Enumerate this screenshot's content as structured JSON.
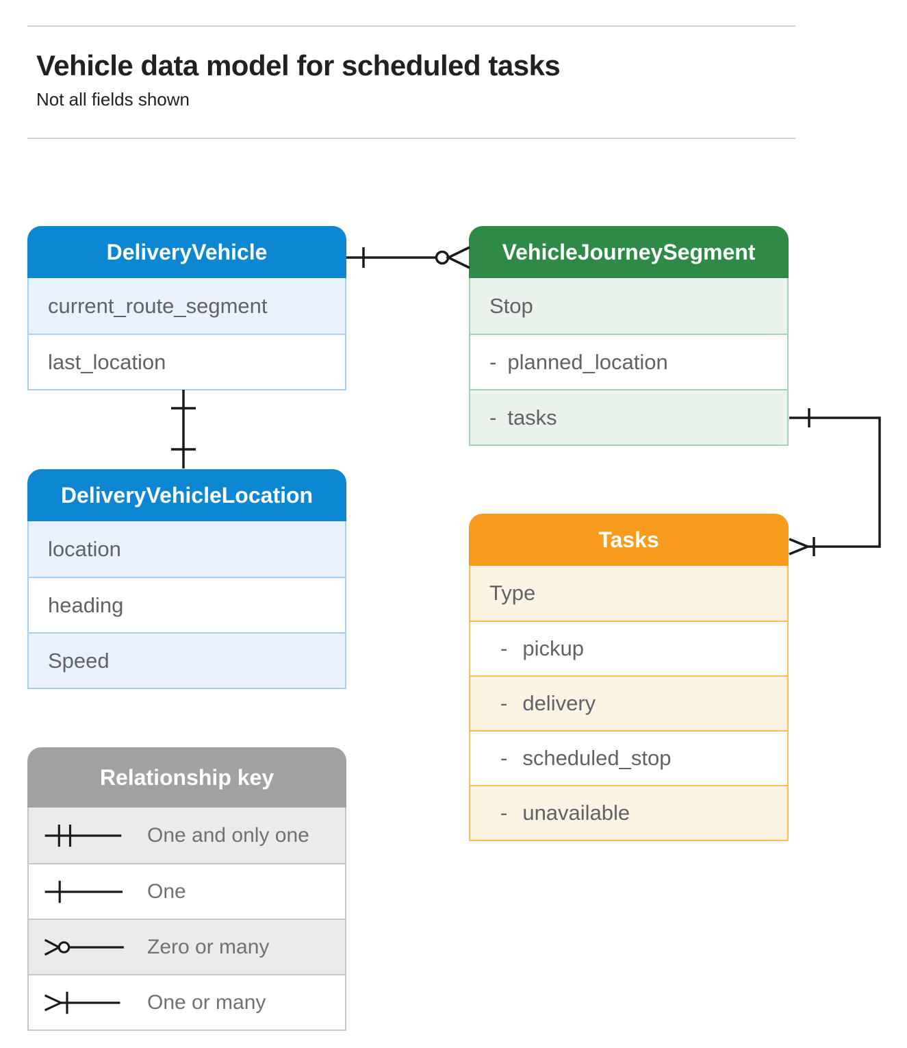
{
  "header": {
    "title": "Vehicle data model for scheduled tasks",
    "subtitle": "Not all fields shown"
  },
  "entities": {
    "delivery_vehicle": {
      "title": "DeliveryVehicle",
      "fields": [
        {
          "label": "current_route_segment"
        },
        {
          "label": "last_location"
        }
      ]
    },
    "vehicle_journey_segment": {
      "title": "VehicleJourneySegment",
      "fields": [
        {
          "label": "Stop"
        },
        {
          "bullet": "-",
          "label": "planned_location"
        },
        {
          "bullet": "-",
          "label": "tasks"
        }
      ]
    },
    "delivery_vehicle_location": {
      "title": "DeliveryVehicleLocation",
      "fields": [
        {
          "label": "location"
        },
        {
          "label": "heading"
        },
        {
          "label": "Speed"
        }
      ]
    },
    "tasks": {
      "title": "Tasks",
      "fields": [
        {
          "label": "Type"
        },
        {
          "bullet": "-",
          "label": "pickup"
        },
        {
          "bullet": "-",
          "label": "delivery"
        },
        {
          "bullet": "-",
          "label": "scheduled_stop"
        },
        {
          "bullet": "-",
          "label": "unavailable"
        }
      ]
    }
  },
  "legend": {
    "title": "Relationship key",
    "items": [
      {
        "symbol": "one-and-only-one",
        "label": "One and only one"
      },
      {
        "symbol": "one",
        "label": "One"
      },
      {
        "symbol": "zero-or-many",
        "label": "Zero or many"
      },
      {
        "symbol": "one-or-many",
        "label": "One or many"
      }
    ]
  },
  "relationships": [
    {
      "from": "DeliveryVehicle",
      "from_cardinality": "one",
      "to": "VehicleJourneySegment",
      "to_cardinality": "zero-or-many"
    },
    {
      "from": "DeliveryVehicle",
      "from_cardinality": "one",
      "to": "DeliveryVehicleLocation",
      "to_cardinality": "one"
    },
    {
      "from": "VehicleJourneySegment",
      "from_cardinality": "one",
      "to": "Tasks",
      "to_cardinality": "one-or-many"
    }
  ],
  "colors": {
    "blue": "#0d87d1",
    "blue_light": "#e8f1fc",
    "blue_border": "#a6cff0",
    "green": "#2e8b47",
    "green_light": "#e9f3ec",
    "green_border": "#a3d0ae",
    "orange": "#f89b1d",
    "orange_light": "#fdf3e3",
    "orange_border": "#fcbe4e",
    "gray": "#a1a1a1",
    "gray_light": "#ebebeb",
    "gray_border": "#c6c6c6",
    "line": "#1a1a1a",
    "field_text": "#5f6368",
    "title_text": "#202124",
    "rule": "#d2d2d2"
  }
}
